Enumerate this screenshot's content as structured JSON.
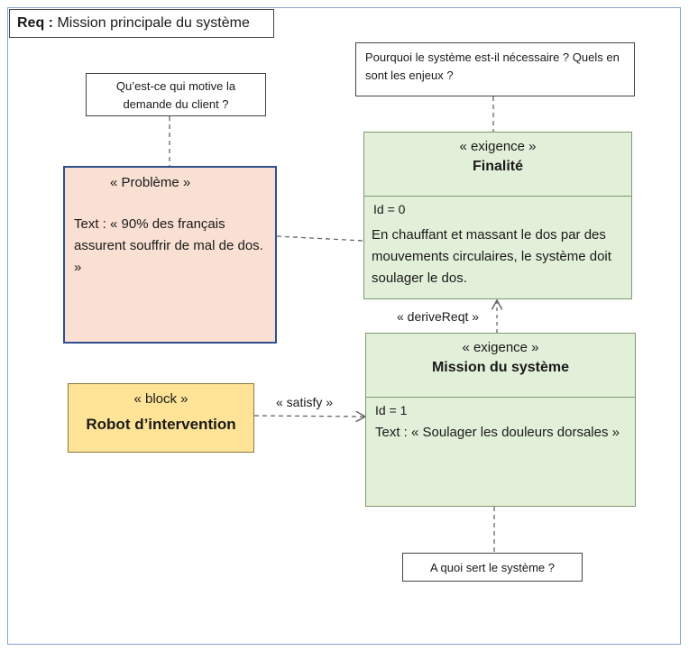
{
  "header": {
    "tag": "Req :",
    "title": "Mission principale du système"
  },
  "notes": {
    "motive": "Qu’est-ce qui motive la demande du client ?",
    "why": "Pourquoi le système est-il nécessaire ? Quels en sont les enjeux ?",
    "purpose": "A quoi sert le système ?"
  },
  "probleme": {
    "stereotype": "« Problème »",
    "text": "Text : « 90% des français assurent souffrir de mal de dos. »"
  },
  "finalite": {
    "stereotype": "« exigence »",
    "name": "Finalité",
    "id": "Id = 0",
    "text": "En chauffant et massant le dos par des mouvements circulaires, le système doit soulager le dos."
  },
  "mission": {
    "stereotype": "« exigence »",
    "name": "Mission du système",
    "id": "Id = 1",
    "text": "Text : « Soulager les douleurs dorsales »"
  },
  "block": {
    "stereotype": "« block »",
    "name": "Robot d’intervention"
  },
  "relations": {
    "derive": "« deriveReqt »",
    "satisfy": "« satisfy »"
  }
}
